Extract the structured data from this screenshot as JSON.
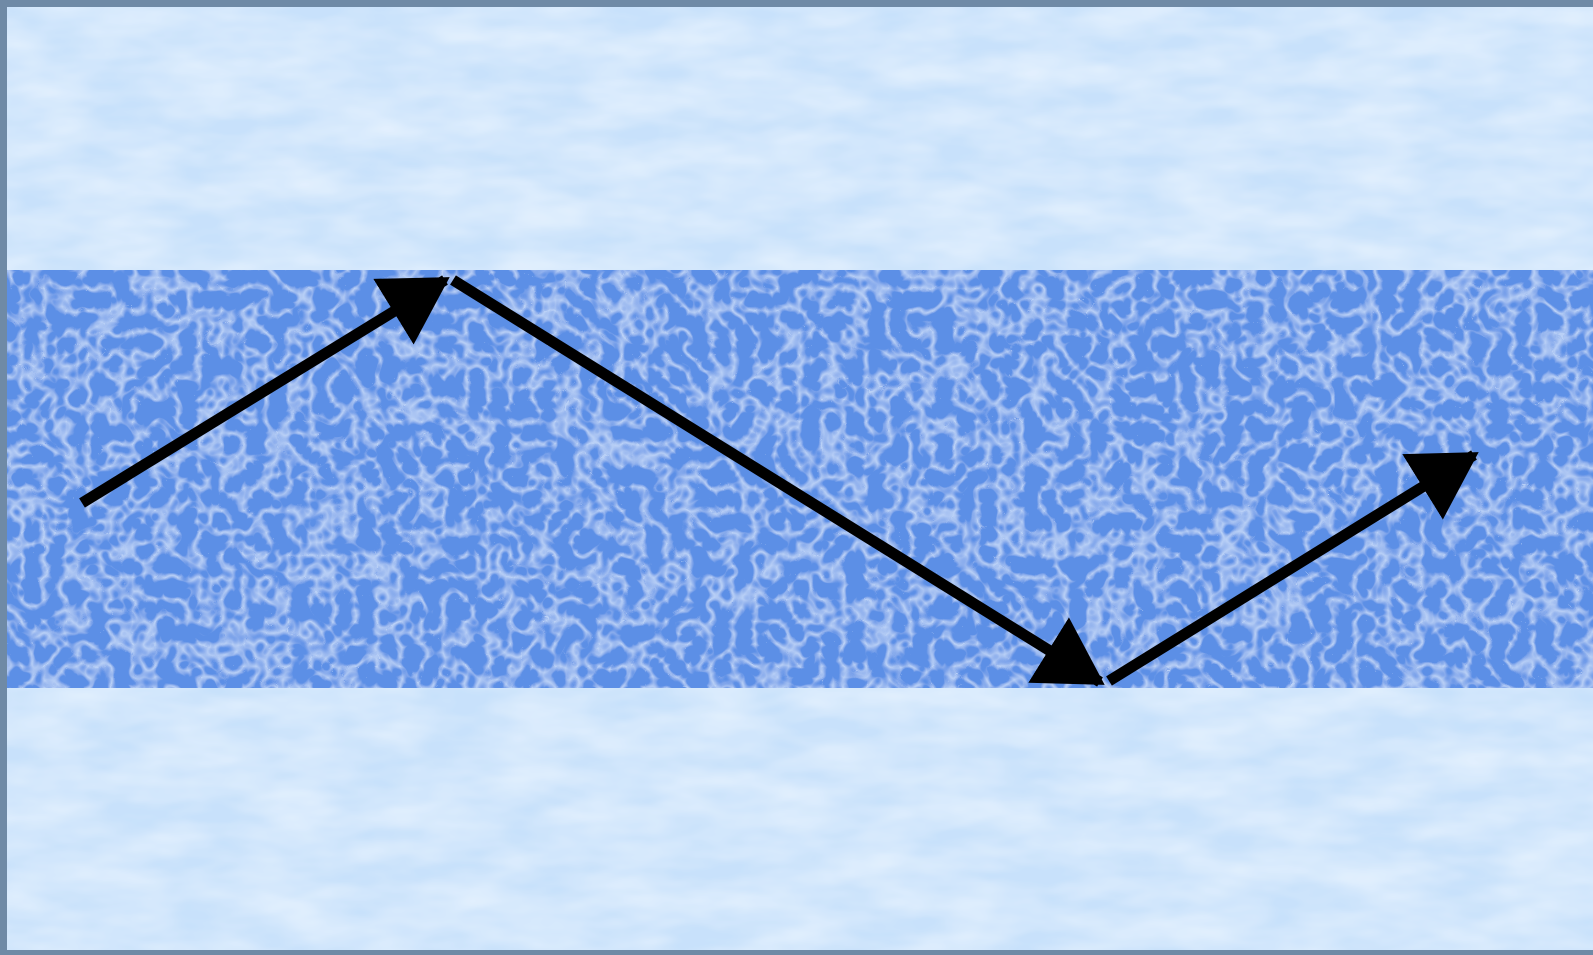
{
  "diagram": {
    "kind": "zigzag-reflection",
    "colors": {
      "frame": "#6f8aa6",
      "outer_layer": "#c8e1fb",
      "outer_layer_light": "#e4f1ff",
      "core_layer": "#5b8fe6",
      "core_layer_light": "#9cc2f7",
      "arrow": "#000000"
    },
    "regions": [
      {
        "name": "upper-cladding",
        "texture": "clouds"
      },
      {
        "name": "core",
        "texture": "water"
      },
      {
        "name": "lower-cladding",
        "texture": "clouds"
      }
    ],
    "arrows": [
      {
        "name": "arrow-incident",
        "direction": "up-right"
      },
      {
        "name": "arrow-after-top-reflection",
        "direction": "down-right"
      },
      {
        "name": "arrow-after-bottom-reflection",
        "direction": "up-right"
      }
    ]
  }
}
